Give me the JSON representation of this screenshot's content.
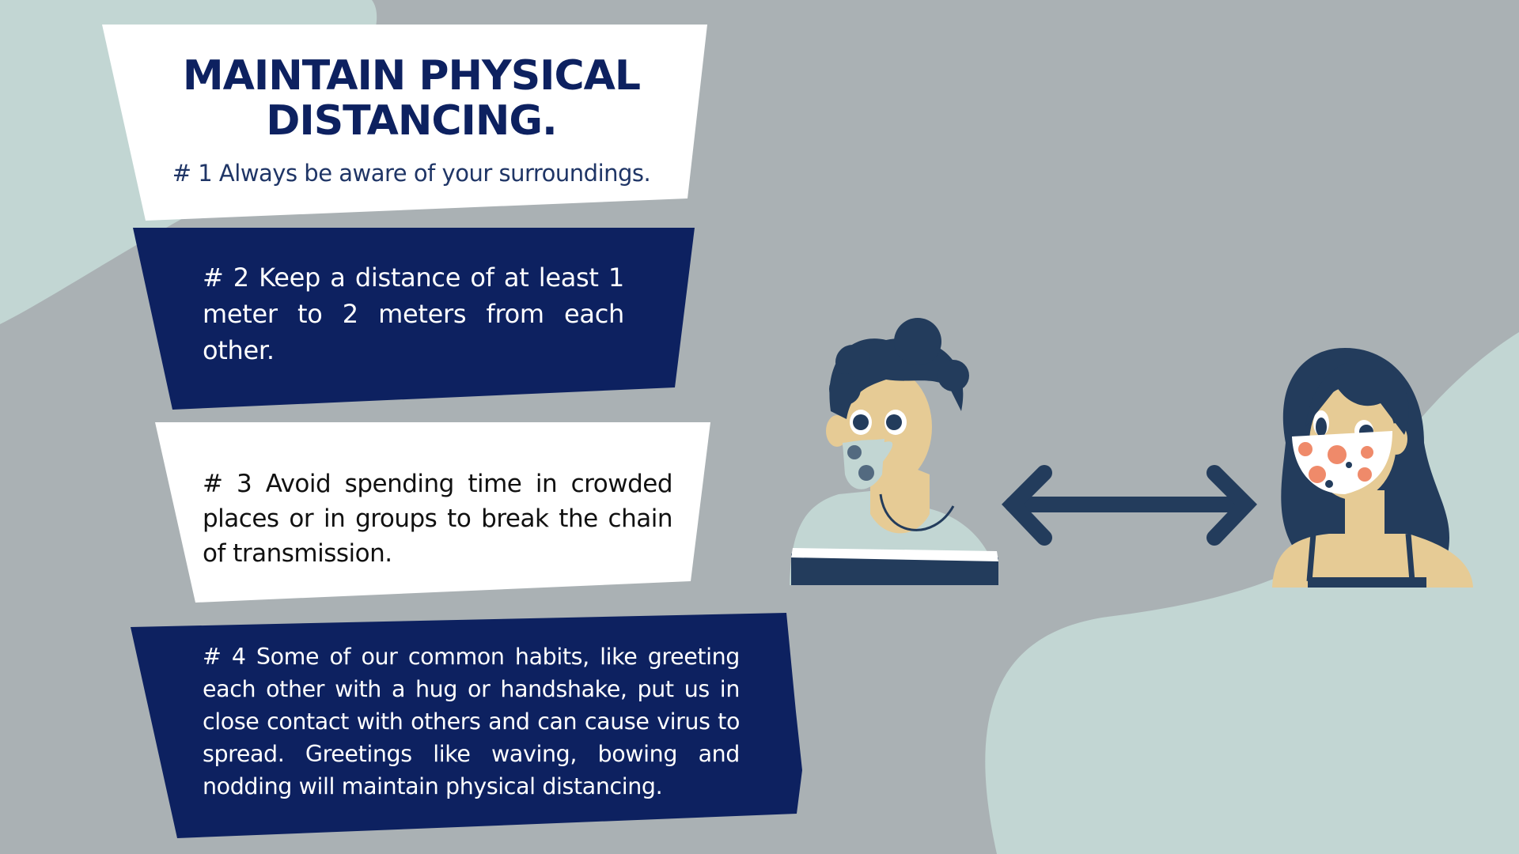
{
  "header": {
    "title": "MAINTAIN PHYSICAL DISTANCING.",
    "tip1": "# 1 Always be aware of your surroundings."
  },
  "tips": [
    {
      "text": "# 2 Keep a distance of at least 1 meter to 2 meters from each other."
    },
    {
      "text": "# 3 Avoid spending time in crowded places or in groups to break the chain of transmission."
    },
    {
      "text": "# 4 Some of our common habits, like greeting each other with a hug or handshake, put us in close contact with others and can cause virus to spread.  Greetings like waving, bowing and nodding will maintain physical distancing."
    }
  ],
  "colors": {
    "background": "#aab1b4",
    "blob": "#c2d6d3",
    "navy": "#0d2160",
    "figure_navy": "#233c5c",
    "skin": "#e6cb95",
    "mask_accent": "#ef8a6a"
  }
}
